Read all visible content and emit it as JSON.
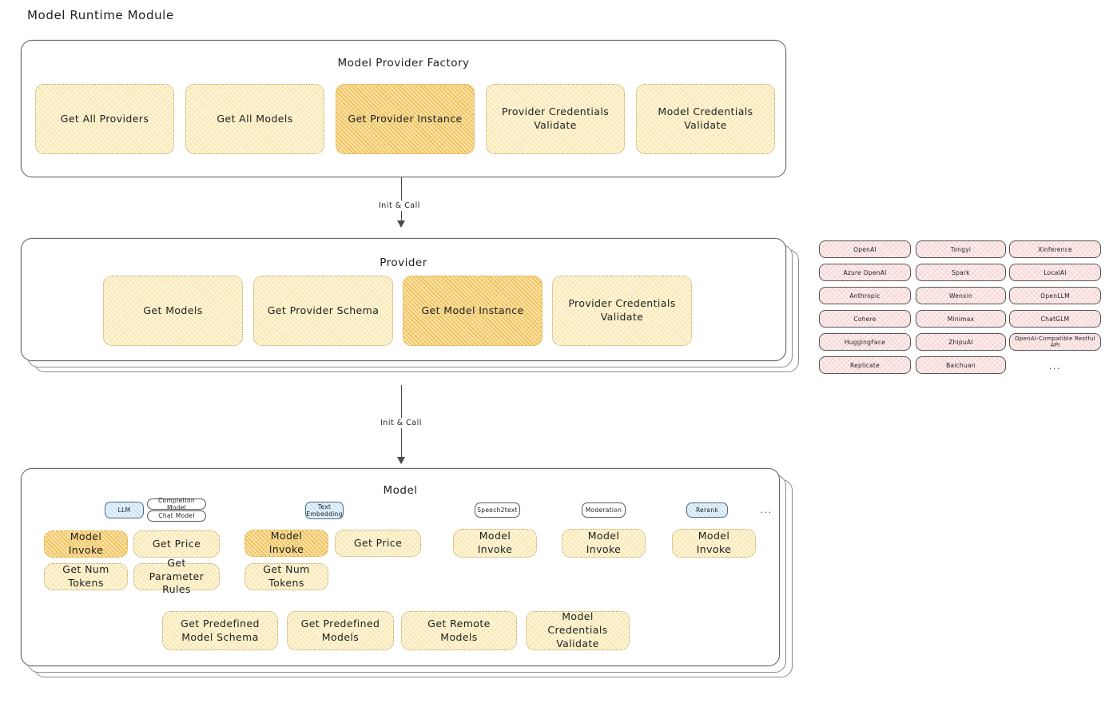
{
  "page": {
    "title": "Model Runtime Module"
  },
  "factory": {
    "title": "Model Provider Factory",
    "methods": [
      {
        "label": "Get All Providers",
        "highlight": false
      },
      {
        "label": "Get All Models",
        "highlight": false
      },
      {
        "label": "Get Provider Instance",
        "highlight": true
      },
      {
        "label": "Provider Credentials Validate",
        "highlight": false
      },
      {
        "label": "Model Credentials Validate",
        "highlight": false
      }
    ]
  },
  "arrows": [
    {
      "label": "Init & Call"
    },
    {
      "label": "Init & Call"
    }
  ],
  "provider": {
    "title": "Provider",
    "methods": [
      {
        "label": "Get Models",
        "highlight": false
      },
      {
        "label": "Get Provider Schema",
        "highlight": false
      },
      {
        "label": "Get Model Instance",
        "highlight": true
      },
      {
        "label": "Provider Credentials Validate",
        "highlight": false
      }
    ]
  },
  "provider_list": {
    "columns": [
      [
        "OpenAI",
        "Azure OpenAI",
        "Anthropic",
        "Cohere",
        "HuggingFace",
        "Replicate"
      ],
      [
        "Tongyi",
        "Spark",
        "Wenxin",
        "Minimax",
        "ZhipuAI",
        "Baichuan"
      ],
      [
        "Xinference",
        "LocalAI",
        "OpenLLM",
        "ChatGLM",
        "OpenAI-Compatible Restful API"
      ]
    ],
    "more": "..."
  },
  "model": {
    "title": "Model",
    "more": "...",
    "types": [
      {
        "chip": "LLM",
        "chip_style": "blue",
        "subchips": [
          "Completion Model",
          "Chat Model"
        ],
        "methods": [
          "Model Invoke",
          "Get Price",
          "Get Num Tokens",
          "Get Parameter Rules"
        ]
      },
      {
        "chip": "Text Embedding",
        "chip_style": "blue",
        "subchips": [],
        "methods": [
          "Model Invoke",
          "Get Price",
          "Get Num Tokens"
        ]
      },
      {
        "chip": "Speech2text",
        "chip_style": "plain",
        "subchips": [],
        "methods": [
          "Model Invoke"
        ]
      },
      {
        "chip": "Moderation",
        "chip_style": "plain",
        "subchips": [],
        "methods": [
          "Model Invoke"
        ]
      },
      {
        "chip": "Rerank",
        "chip_style": "blue",
        "subchips": [],
        "methods": [
          "Model Invoke"
        ]
      }
    ],
    "shared_methods": [
      "Get Predefined Model Schema",
      "Get Predefined Models",
      "Get Remote Models",
      "Model Credentials Validate"
    ]
  },
  "colors": {
    "highlight_fill": "#fbe4ab",
    "method_fill": "#fdf5dc",
    "provider_chip_fill": "#fdeeee",
    "blue_chip_fill": "#e5f2fb",
    "stroke": "#6b6b6b"
  }
}
